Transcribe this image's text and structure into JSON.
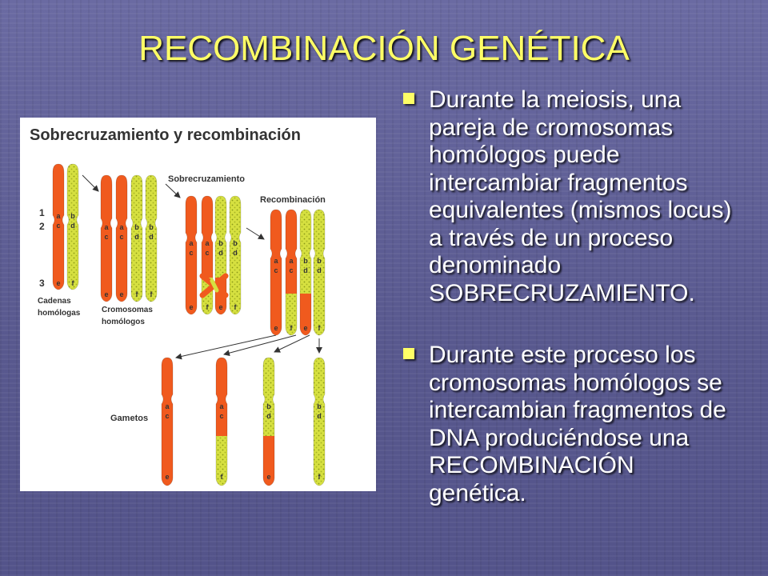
{
  "slide": {
    "title": "RECOMBINACIÓN GENÉTICA",
    "title_color": "#ffff66",
    "bullets": [
      "Durante la meiosis, una pareja de cromosomas homólogos puede intercambiar fragmentos equivalentes (mismos locus) a través de un proceso denominado SOBRECRUZAMIENTO.",
      "Durante este proceso los cromosomas homólogos se intercambian fragmentos de DNA produciéndose una RECOMBINACIÓN genética."
    ],
    "bullet_icon": "square-bullet-icon"
  },
  "figure": {
    "title": "Sobrecruzamiento y recombinación",
    "stage_labels": {
      "crossover": "Sobrecruzamiento",
      "recombination": "Recombinación",
      "gametes": "Gametos"
    },
    "locus_numbers": [
      "1",
      "2",
      "3"
    ],
    "homologous_chains": [
      "Cadenas",
      "homólogas"
    ],
    "homologous_chromosomes": [
      "Cromosomas",
      "homólogos"
    ],
    "alleles": {
      "orange_top": "a",
      "orange_mid": "c",
      "orange_bottom": "e",
      "yellow_top": "b",
      "yellow_mid": "d",
      "yellow_bottom": "f"
    },
    "colors": {
      "orange_chromosome": "#f05a1e",
      "yellow_chromosome": "#d6e040",
      "figure_text": "#333333",
      "arrow": "#333333"
    }
  }
}
